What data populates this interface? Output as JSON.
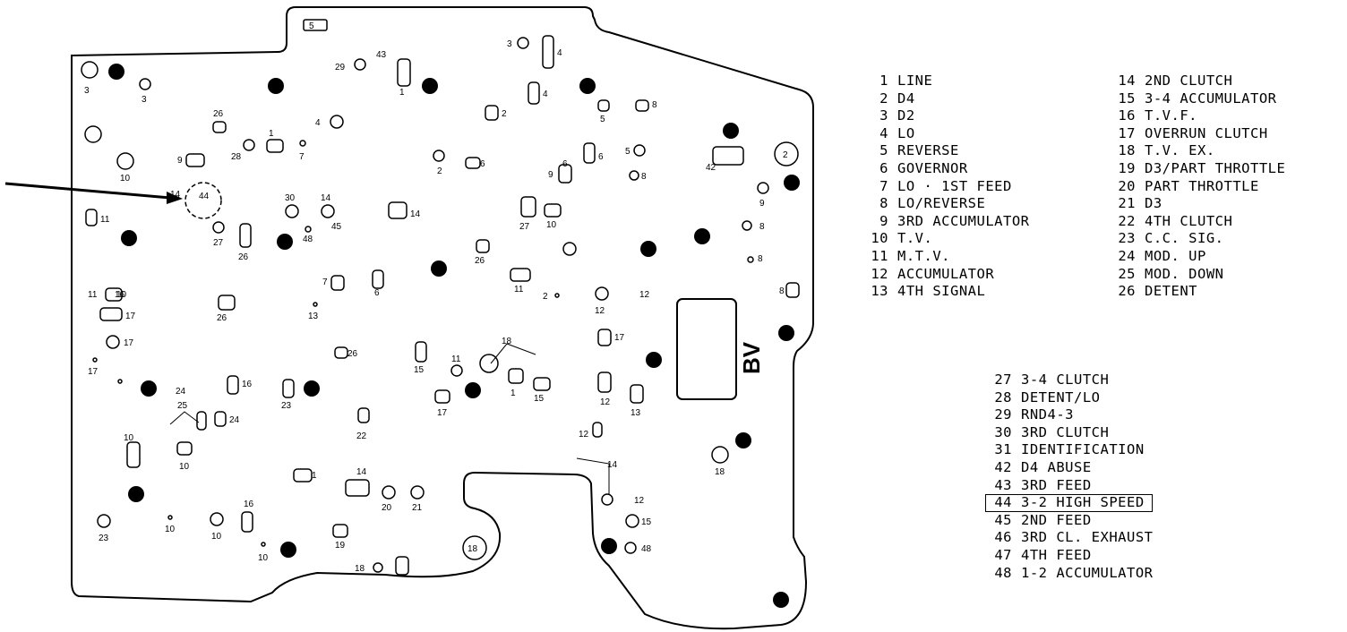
{
  "diagram": {
    "side_label": "BV",
    "legend_col1": [
      {
        "num": "1",
        "label": "LINE"
      },
      {
        "num": "2",
        "label": "D4"
      },
      {
        "num": "3",
        "label": "D2"
      },
      {
        "num": "4",
        "label": "LO"
      },
      {
        "num": "5",
        "label": "REVERSE"
      },
      {
        "num": "6",
        "label": "GOVERNOR"
      },
      {
        "num": "7",
        "label": "LO · 1ST FEED"
      },
      {
        "num": "8",
        "label": "LO/REVERSE"
      },
      {
        "num": "9",
        "label": "3RD ACCUMULATOR"
      },
      {
        "num": "10",
        "label": "T.V."
      },
      {
        "num": "11",
        "label": "M.T.V."
      },
      {
        "num": "12",
        "label": "ACCUMULATOR"
      },
      {
        "num": "13",
        "label": "4TH SIGNAL"
      }
    ],
    "legend_col2": [
      {
        "num": "14",
        "label": "2ND CLUTCH"
      },
      {
        "num": "15",
        "label": "3-4 ACCUMULATOR"
      },
      {
        "num": "16",
        "label": "T.V.F."
      },
      {
        "num": "17",
        "label": "OVERRUN CLUTCH"
      },
      {
        "num": "18",
        "label": "T.V. EX."
      },
      {
        "num": "19",
        "label": "D3/PART THROTTLE"
      },
      {
        "num": "20",
        "label": "PART THROTTLE"
      },
      {
        "num": "21",
        "label": "D3"
      },
      {
        "num": "22",
        "label": "4TH CLUTCH"
      },
      {
        "num": "23",
        "label": "C.C. SIG."
      },
      {
        "num": "24",
        "label": "MOD. UP"
      },
      {
        "num": "25",
        "label": "MOD. DOWN"
      },
      {
        "num": "26",
        "label": "DETENT"
      }
    ],
    "legend_col3": [
      {
        "num": "27",
        "label": "3-4 CLUTCH"
      },
      {
        "num": "28",
        "label": "DETENT/LO"
      },
      {
        "num": "29",
        "label": "RND4-3"
      },
      {
        "num": "30",
        "label": "3RD CLUTCH"
      },
      {
        "num": "31",
        "label": "IDENTIFICATION"
      },
      {
        "num": "42",
        "label": "D4 ABUSE"
      },
      {
        "num": "43",
        "label": "3RD FEED"
      },
      {
        "num": "44",
        "label": "3-2 HIGH SPEED",
        "highlight": true
      },
      {
        "num": "45",
        "label": "2ND FEED"
      },
      {
        "num": "46",
        "label": "3RD CL. EXHAUST"
      },
      {
        "num": "47",
        "label": "4TH FEED"
      },
      {
        "num": "48",
        "label": "1-2 ACCUMULATOR"
      }
    ],
    "port_labels": [
      {
        "id": "p5",
        "text": "5"
      },
      {
        "id": "p43",
        "text": "43"
      },
      {
        "id": "p29",
        "text": "29"
      },
      {
        "id": "p3a",
        "text": "3"
      },
      {
        "id": "p3b",
        "text": "3"
      },
      {
        "id": "p3c",
        "text": "3"
      },
      {
        "id": "p4a",
        "text": "4"
      },
      {
        "id": "p4b",
        "text": "4"
      },
      {
        "id": "p4c",
        "text": "4"
      },
      {
        "id": "p1a",
        "text": "1"
      },
      {
        "id": "p1b",
        "text": "1"
      },
      {
        "id": "p1c",
        "text": "1"
      },
      {
        "id": "p1d",
        "text": "1"
      },
      {
        "id": "p2a",
        "text": "2"
      },
      {
        "id": "p2b",
        "text": "2"
      },
      {
        "id": "p2c",
        "text": "2"
      },
      {
        "id": "p2d",
        "text": "2"
      },
      {
        "id": "p26a",
        "text": "26"
      },
      {
        "id": "p26b",
        "text": "26"
      },
      {
        "id": "p26c",
        "text": "26"
      },
      {
        "id": "p26d",
        "text": "26"
      },
      {
        "id": "p26e",
        "text": "26"
      },
      {
        "id": "p28",
        "text": "28"
      },
      {
        "id": "p7a",
        "text": "7"
      },
      {
        "id": "p7b",
        "text": "7"
      },
      {
        "id": "p9a",
        "text": "9"
      },
      {
        "id": "p9b",
        "text": "9"
      },
      {
        "id": "p9c",
        "text": "9"
      },
      {
        "id": "p10a",
        "text": "10"
      },
      {
        "id": "p10b",
        "text": "10"
      },
      {
        "id": "p10c",
        "text": "10"
      },
      {
        "id": "p10d",
        "text": "10"
      },
      {
        "id": "p10e",
        "text": "10"
      },
      {
        "id": "p10f",
        "text": "10"
      },
      {
        "id": "p10g",
        "text": "10"
      },
      {
        "id": "p10h",
        "text": "10"
      },
      {
        "id": "p6a",
        "text": "6"
      },
      {
        "id": "p6b",
        "text": "6"
      },
      {
        "id": "p6c",
        "text": "6"
      },
      {
        "id": "p6d",
        "text": "6"
      },
      {
        "id": "p5b",
        "text": "5"
      },
      {
        "id": "p5c",
        "text": "5"
      },
      {
        "id": "p8a",
        "text": "8"
      },
      {
        "id": "p8b",
        "text": "8"
      },
      {
        "id": "p8c",
        "text": "8"
      },
      {
        "id": "p8d",
        "text": "8"
      },
      {
        "id": "p8e",
        "text": "8"
      },
      {
        "id": "p42",
        "text": "42"
      },
      {
        "id": "p11a",
        "text": "11"
      },
      {
        "id": "p11b",
        "text": "11"
      },
      {
        "id": "p11c",
        "text": "11"
      },
      {
        "id": "p11d",
        "text": "11"
      },
      {
        "id": "p30",
        "text": "30"
      },
      {
        "id": "p14a",
        "text": "14"
      },
      {
        "id": "p14b",
        "text": "14"
      },
      {
        "id": "p14c",
        "text": "14"
      },
      {
        "id": "p14d",
        "text": "14"
      },
      {
        "id": "p14e",
        "text": "14"
      },
      {
        "id": "p45",
        "text": "45"
      },
      {
        "id": "p48a",
        "text": "48"
      },
      {
        "id": "p48b",
        "text": "48"
      },
      {
        "id": "p27a",
        "text": "27"
      },
      {
        "id": "p27b",
        "text": "27"
      },
      {
        "id": "p12a",
        "text": "12"
      },
      {
        "id": "p12b",
        "text": "12"
      },
      {
        "id": "p12c",
        "text": "12"
      },
      {
        "id": "p12d",
        "text": "12"
      },
      {
        "id": "p12e",
        "text": "12"
      },
      {
        "id": "p13a",
        "text": "13"
      },
      {
        "id": "p13b",
        "text": "13"
      },
      {
        "id": "p17a",
        "text": "17"
      },
      {
        "id": "p17b",
        "text": "17"
      },
      {
        "id": "p17c",
        "text": "17"
      },
      {
        "id": "p17d",
        "text": "17"
      },
      {
        "id": "p17e",
        "text": "17"
      },
      {
        "id": "p15a",
        "text": "15"
      },
      {
        "id": "p15b",
        "text": "15"
      },
      {
        "id": "p15c",
        "text": "15"
      },
      {
        "id": "p16a",
        "text": "16"
      },
      {
        "id": "p16b",
        "text": "16"
      },
      {
        "id": "p16c",
        "text": "16"
      },
      {
        "id": "p18a",
        "text": "18"
      },
      {
        "id": "p18b",
        "text": "18"
      },
      {
        "id": "p18c",
        "text": "18"
      },
      {
        "id": "p18d",
        "text": "18"
      },
      {
        "id": "p24a",
        "text": "24"
      },
      {
        "id": "p24b",
        "text": "24"
      },
      {
        "id": "p25",
        "text": "25"
      },
      {
        "id": "p23a",
        "text": "23"
      },
      {
        "id": "p23b",
        "text": "23"
      },
      {
        "id": "p22",
        "text": "22"
      },
      {
        "id": "p20",
        "text": "20"
      },
      {
        "id": "p21",
        "text": "21"
      },
      {
        "id": "p19",
        "text": "19"
      },
      {
        "id": "p44",
        "text": "44"
      }
    ]
  }
}
